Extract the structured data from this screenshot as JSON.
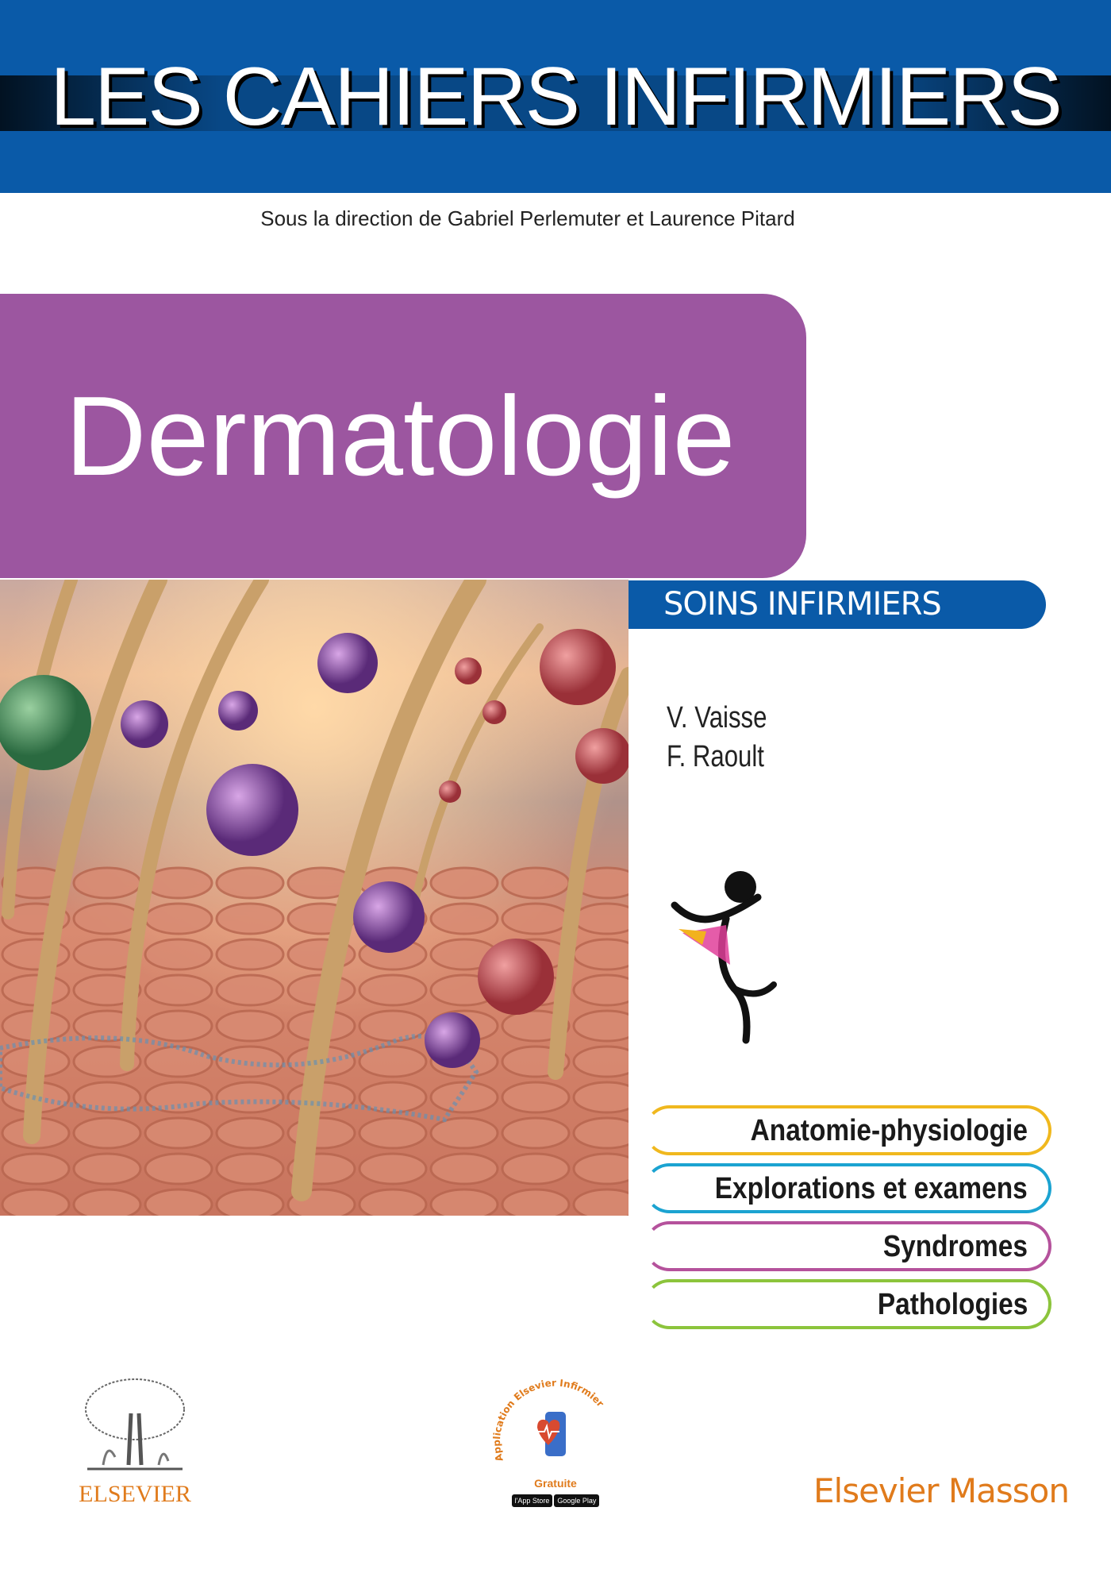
{
  "header": {
    "series_title": "LES CAHIERS INFIRMIERS",
    "direction": "Sous la direction de Gabriel Perlemuter et Laurence Pitard"
  },
  "book": {
    "title": "Dermatologie",
    "collection_label": "SOINS INFIRMIERS",
    "authors": [
      "V. Vaisse",
      "F. Raoult"
    ]
  },
  "tabs": [
    {
      "label": "Anatomie-physiologie",
      "color": "#f0b81e"
    },
    {
      "label": "Explorations et examens",
      "color": "#1ba3d1"
    },
    {
      "label": "Syndromes",
      "color": "#b5529c"
    },
    {
      "label": "Pathologies",
      "color": "#8cc43c"
    }
  ],
  "footer": {
    "elsevier_logo_text": "ELSEVIER",
    "app": {
      "arc_text": "Application Elsevier Infirmier",
      "free_label": "Gratuite",
      "app_store": "l'App Store",
      "google_play": "Google Play"
    },
    "publisher": "Elsevier Masson"
  },
  "colors": {
    "header_blue": "#0a5aa8",
    "title_purple": "#9c56a0",
    "publisher_orange": "#e07b1c"
  }
}
